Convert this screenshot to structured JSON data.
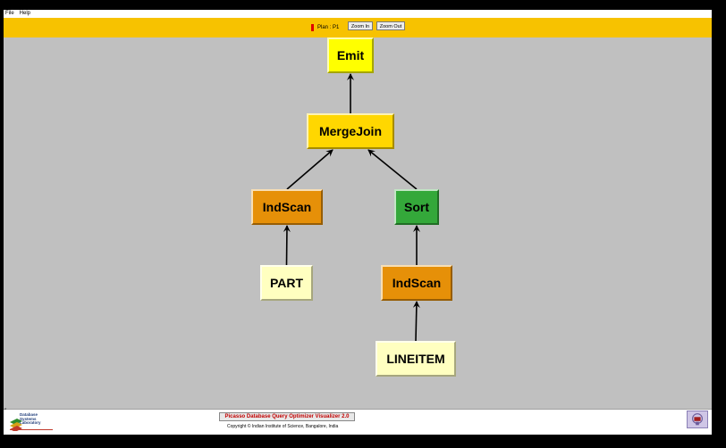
{
  "menu": {
    "file": "File",
    "help": "Help"
  },
  "toolbar": {
    "plan_label": "Plan : P1",
    "plan_color": "#e00000",
    "zoom_in": "Zoom In",
    "zoom_out": "Zoom Out",
    "background": "#f7c200"
  },
  "plan_tree": {
    "nodes": [
      {
        "id": "emit",
        "label": "Emit",
        "color": "#ffff00"
      },
      {
        "id": "mergejoin",
        "label": "MergeJoin",
        "color": "#ffd700"
      },
      {
        "id": "indscan_left",
        "label": "IndScan",
        "color": "#e69008"
      },
      {
        "id": "sort",
        "label": "Sort",
        "color": "#34a83a"
      },
      {
        "id": "part",
        "label": "PART",
        "color": "#ffffc0"
      },
      {
        "id": "indscan_right",
        "label": "IndScan",
        "color": "#e69008"
      },
      {
        "id": "lineitem",
        "label": "LINEITEM",
        "color": "#ffffc0"
      }
    ],
    "edges": [
      {
        "from": "mergejoin",
        "to": "emit"
      },
      {
        "from": "indscan_left",
        "to": "mergejoin"
      },
      {
        "from": "sort",
        "to": "mergejoin"
      },
      {
        "from": "part",
        "to": "indscan_left"
      },
      {
        "from": "indscan_right",
        "to": "sort"
      },
      {
        "from": "lineitem",
        "to": "indscan_right"
      }
    ]
  },
  "footer": {
    "lab_logo_text": "Database Systems Laboratory",
    "title": "Picasso Database Query Optimizer Visualizer 2.0",
    "copyright": "Copyright © Indian Institute of Science, Bangalore, India"
  }
}
